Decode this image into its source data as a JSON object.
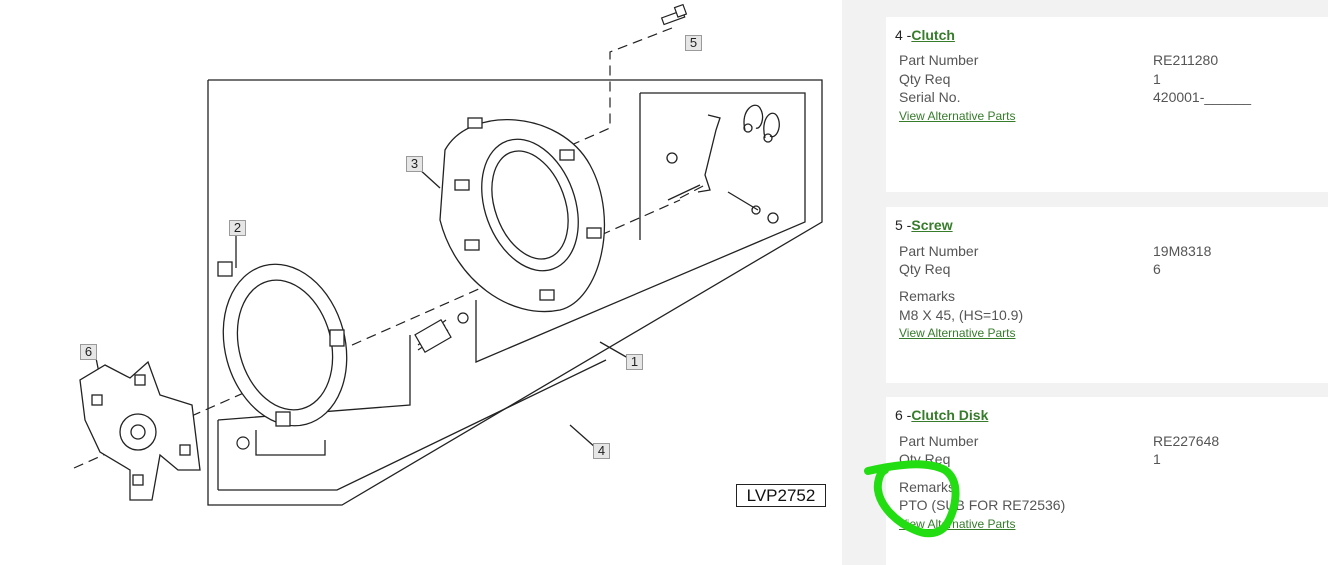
{
  "diagram": {
    "drawing_id": "LVP2752",
    "callouts": [
      "1",
      "2",
      "3",
      "4",
      "5",
      "6"
    ]
  },
  "parts": [
    {
      "index": "4",
      "separator": " -",
      "name": "Clutch",
      "rows": [
        {
          "label": "Part Number",
          "value": "RE211280"
        },
        {
          "label": "Qty Req",
          "value": "1"
        },
        {
          "label": "Serial No.",
          "value": "420001-______"
        }
      ],
      "remarks_label": "",
      "remarks": "",
      "alt_link": "View Alternative Parts"
    },
    {
      "index": "5",
      "separator": " -",
      "name": "Screw",
      "rows": [
        {
          "label": "Part Number",
          "value": "19M8318"
        },
        {
          "label": "Qty Req",
          "value": "6"
        }
      ],
      "remarks_label": "Remarks",
      "remarks": "M8 X 45, (HS=10.9)",
      "alt_link": "View Alternative Parts"
    },
    {
      "index": "6",
      "separator": " -",
      "name": "Clutch Disk",
      "rows": [
        {
          "label": "Part Number",
          "value": "RE227648"
        },
        {
          "label": "Qty Req",
          "value": "1"
        }
      ],
      "remarks_label": "Remarks",
      "remarks": "PTO (SUB FOR RE72536)",
      "alt_link": "View Alternative Parts"
    }
  ],
  "colors": {
    "link": "#367c2b",
    "panel_bg": "#f2f2f2",
    "marker": "#22dd11"
  }
}
